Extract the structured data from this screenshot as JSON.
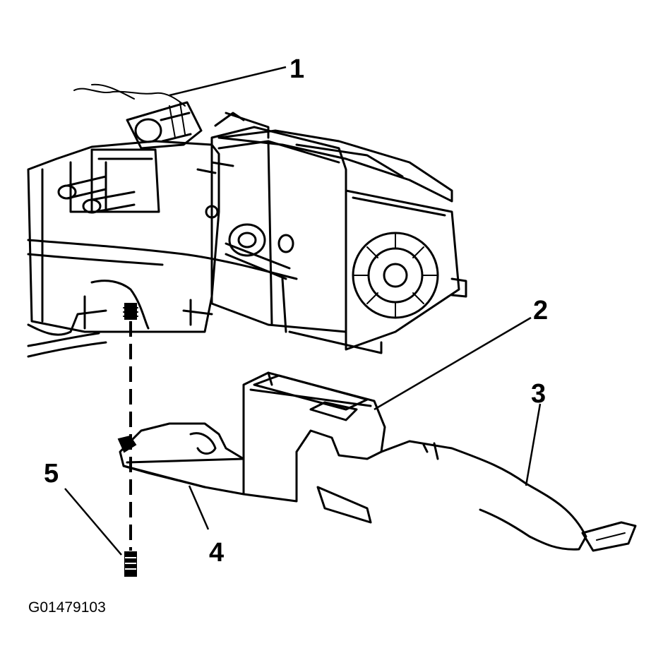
{
  "callouts": [
    {
      "id": "1",
      "label": "1"
    },
    {
      "id": "2",
      "label": "2"
    },
    {
      "id": "3",
      "label": "3"
    },
    {
      "id": "4",
      "label": "4"
    },
    {
      "id": "5",
      "label": "5"
    }
  ],
  "figure_id": "G01479103",
  "colors": {
    "ink": "#000000",
    "paper": "#ffffff"
  }
}
